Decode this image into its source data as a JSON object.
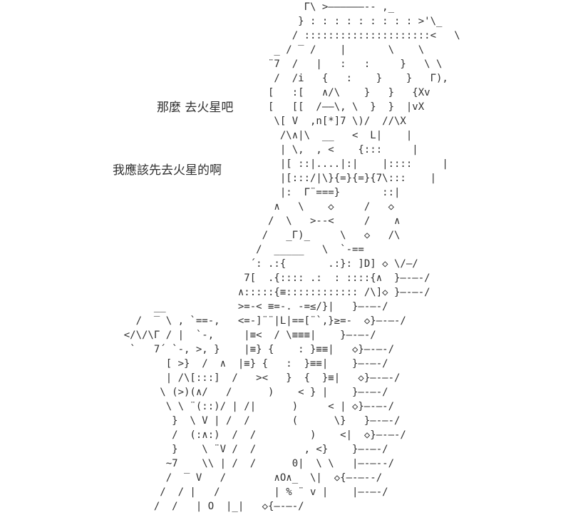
{
  "colors": {
    "background": "#ffffff",
    "text": "#2f2f2f"
  },
  "dialogue": {
    "line1": "那麼 去火星吧",
    "line2": "我應該先去火星的啊"
  },
  "ascii_art": {
    "lines": [
      "                                  Γ\\ >――――――-- ,_",
      "                                 } : : : : : : : : : >'\\_",
      "                                / :::::::::::::::::::::<   \\",
      "                             _ / ‾ /    |       \\    \\",
      "                            ¨7  /   |   :   :     }   \\ \\",
      "                             /  /i   {   :    }    }   Γ),",
      "                            [   :[   ∧/\\    }   }   {Xv",
      "                            [   [[  /――\\, \\  }  }  |vX",
      "                             \\[ V  ,n[*]7 \\)/  //\\X",
      "                              /\\∧|\\  __   <  L|    |",
      "                              | \\,  , <    {:::     |",
      "                              |[ ::|....|:|    |::::     |",
      "                              |[:::/|\\}{=}{=}{7\\:::    |",
      "                              |:  Γ¨===}       ::|",
      "                             ∧   \\    ◇     /   ◇",
      "                            /  \\   >--<     /    ∧",
      "                           /   _Γ)_     \\   ◇   /\\",
      "                          /  _____   \\  `-==",
      "                         ´: .:{       .:}: ]D] ◇ \\/―/",
      "                        7[  .{:::: .:  : ::::{∧  }―-―-/",
      "                       ∧:::::{≡:::::::::::: /\\]◇ }―-―-/",
      "         __            >=-< ≡=-. -=≤/}|   }―-―-/",
      "      /  ‾ \\ , `==-,   <=-]¨¨|L|==[¨`,}≥=-  ◇}―-―-/",
      "    </\\/\\Γ / |  `-,     |≡<  / \\≡≡≡|    }―-―-/",
      "     `   7´ `-, >, }    |≡} {    : }≡≡|   ◇}―-―-/",
      "           [ >}  /  ∧  |≡} {   :  }≡≡|    }―-―-/",
      "           | /\\[:::]  /   ><   }  {  }≡|   ◇}―-―-/",
      "          \\ (>)(∧/   /      )    < } |    }―-―-/",
      "           \\ \\ ¨(::)/ | /|      )     < | ◇}―-―-/",
      "            }  \\ V | /  /       (      \\}   }―-―-/",
      "            /  (:∧:)  /  /         )    <|  ◇}―-―-/",
      "            }    \\ ¨V /  /        , <}    }―-―-/",
      "           ~7    \\\\ | /  /      0|  \\ \\   |―-―--/",
      "           /  ‾ V   /        ∧O∧_  \\|  ◇{―-―--/",
      "          /  / |   /         | % ¨ v |    |―-―-/",
      "         /  /   | O  |_|   ◇{―-―-/"
    ]
  }
}
